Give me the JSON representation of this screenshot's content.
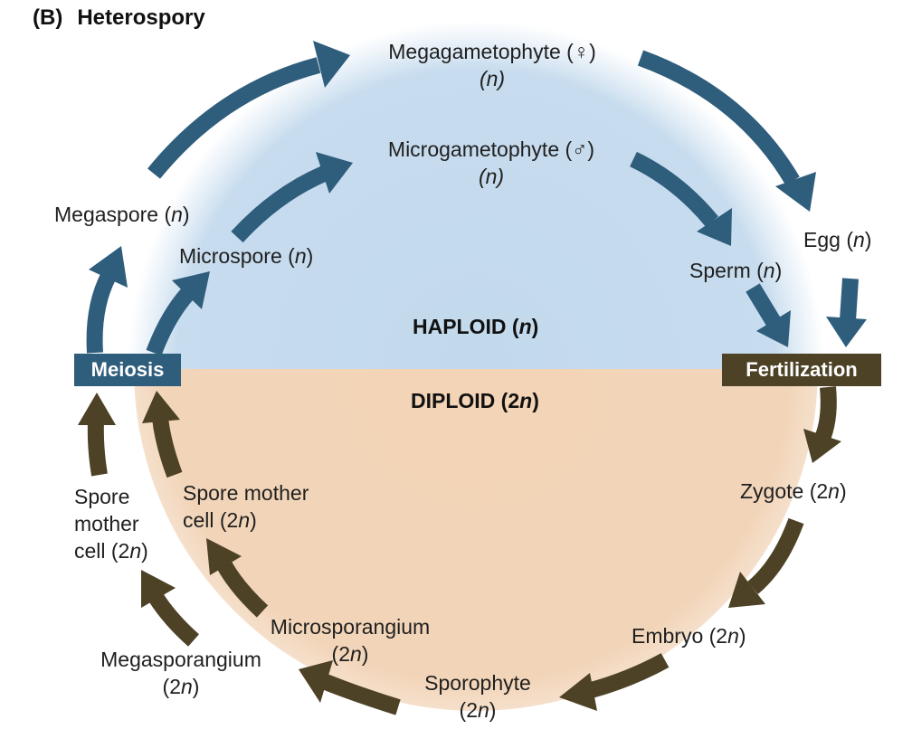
{
  "title": {
    "letter": "(B)",
    "text": "Heterospory"
  },
  "phases": {
    "haploid": {
      "text": "HAPLOID (",
      "ploidy": "n",
      "close": ")"
    },
    "diploid": {
      "text": "DIPLOID (2",
      "ploidy": "n",
      "close": ")"
    }
  },
  "process_boxes": {
    "meiosis": "Meiosis",
    "fertilization": "Fertilization"
  },
  "stages": {
    "megagametophyte": {
      "name": "Megagametophyte (♀)",
      "ploidy": "(n)"
    },
    "microgametophyte": {
      "name": "Microgametophyte (♂)",
      "ploidy": "(n)"
    },
    "megaspore": {
      "name": "Megaspore (",
      "ploidy": "n",
      "close": ")"
    },
    "microspore": {
      "name": "Microspore (",
      "ploidy": "n",
      "close": ")"
    },
    "egg": {
      "name": "Egg (",
      "ploidy": "n",
      "close": ")"
    },
    "sperm": {
      "name": "Sperm (",
      "ploidy": "n",
      "close": ")"
    },
    "zygote": {
      "name": "Zygote (2",
      "ploidy": "n",
      "close": ")"
    },
    "embryo": {
      "name": "Embryo (2",
      "ploidy": "n",
      "close": ")"
    },
    "sporophyte": {
      "line1": "Sporophyte",
      "line2_pre": "(2",
      "ploidy": "n",
      "close": ")"
    },
    "microsporangium": {
      "line1": "Microsporangium",
      "line2_pre": "(2",
      "ploidy": "n",
      "close": ")"
    },
    "megasporangium": {
      "line1": "Megasporangium",
      "line2_pre": "(2",
      "ploidy": "n",
      "close": ")"
    },
    "spore_mother_cell_inner": {
      "line1": "Spore mother",
      "line2_pre": "cell (2",
      "ploidy": "n",
      "close": ")"
    },
    "spore_mother_cell_outer": {
      "line1": "Spore",
      "line2": "mother",
      "line3_pre": "cell (2",
      "ploidy": "n",
      "close": ")"
    }
  },
  "colors": {
    "haploid_fill": "#c5dbee",
    "diploid_fill": "#f3d5b8",
    "haploid_arrow": "#2f5d7c",
    "diploid_arrow": "#4d4126"
  }
}
